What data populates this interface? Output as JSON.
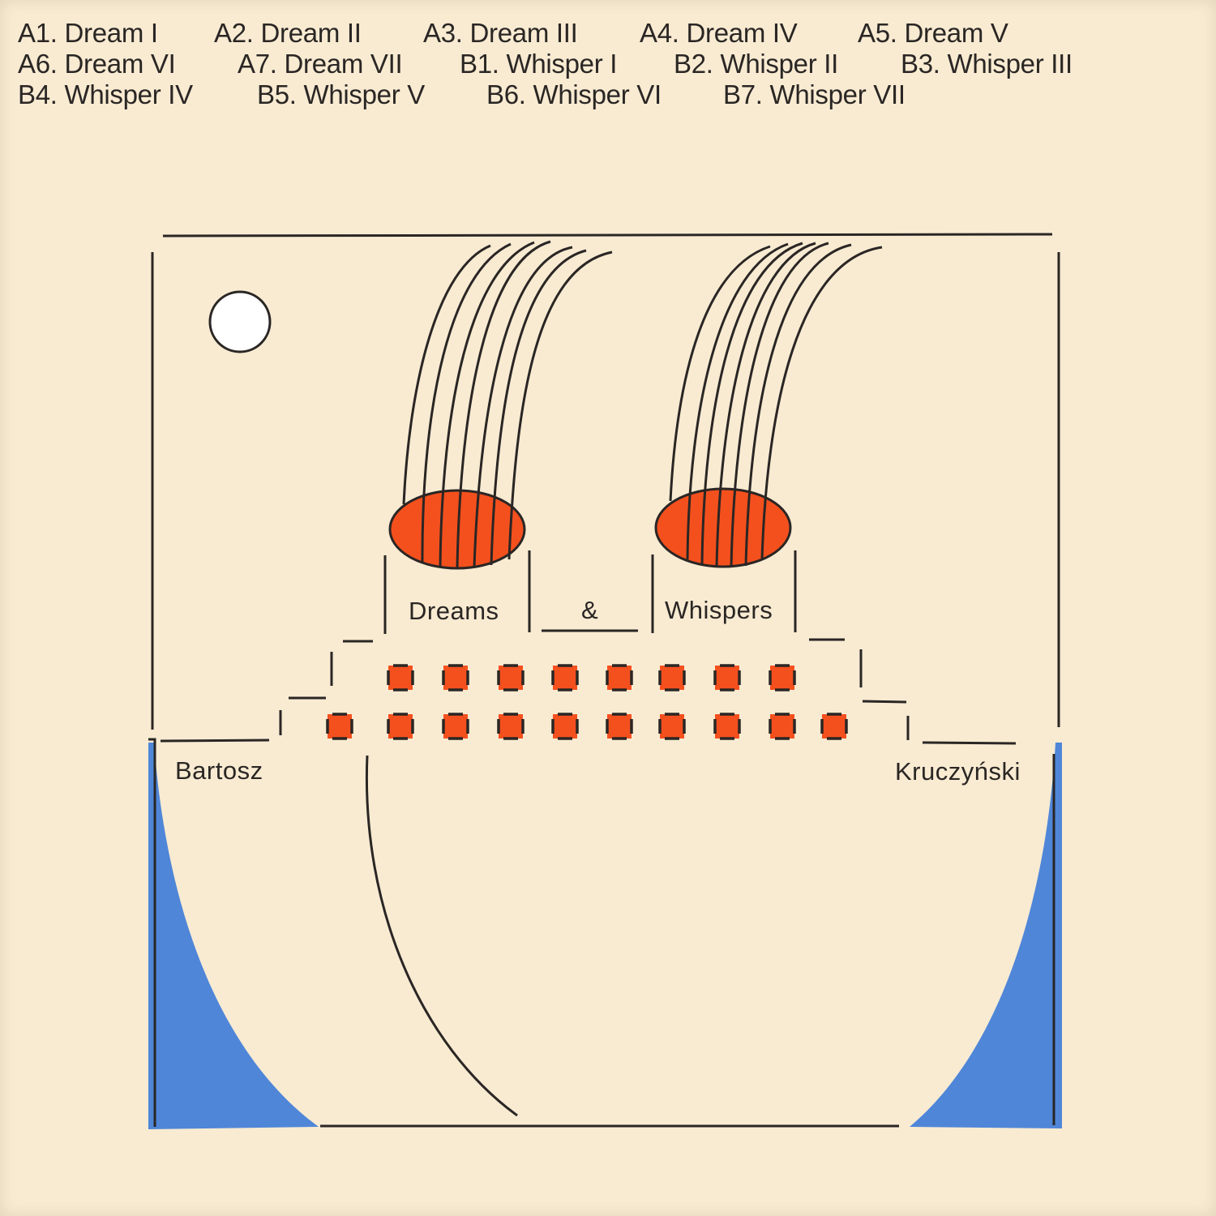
{
  "tracklist": [
    {
      "label": "A1. Dream I"
    },
    {
      "label": "A2. Dream II"
    },
    {
      "label": "A3. Dream III"
    },
    {
      "label": "A4. Dream IV"
    },
    {
      "label": "A5. Dream V"
    },
    {
      "label": "A6. Dream VI"
    },
    {
      "label": "A7. Dream VII"
    },
    {
      "label": "B1. Whisper I"
    },
    {
      "label": "B2. Whisper II"
    },
    {
      "label": "B3. Whisper III"
    },
    {
      "label": "B4. Whisper IV"
    },
    {
      "label": "B5. Whisper V"
    },
    {
      "label": "B6. Whisper VI"
    },
    {
      "label": "B7. Whisper VII"
    }
  ],
  "title": {
    "word1": "Dreams",
    "ampersand": "&",
    "word2": "Whispers"
  },
  "artist": {
    "first_name": "Bartosz",
    "last_name": "Kruczyński"
  },
  "colors": {
    "background": "#f8ebd2",
    "ink": "#2a2624",
    "accent_orange": "#f4501e",
    "accent_blue": "#4f86d8",
    "moon": "#ffffff"
  }
}
